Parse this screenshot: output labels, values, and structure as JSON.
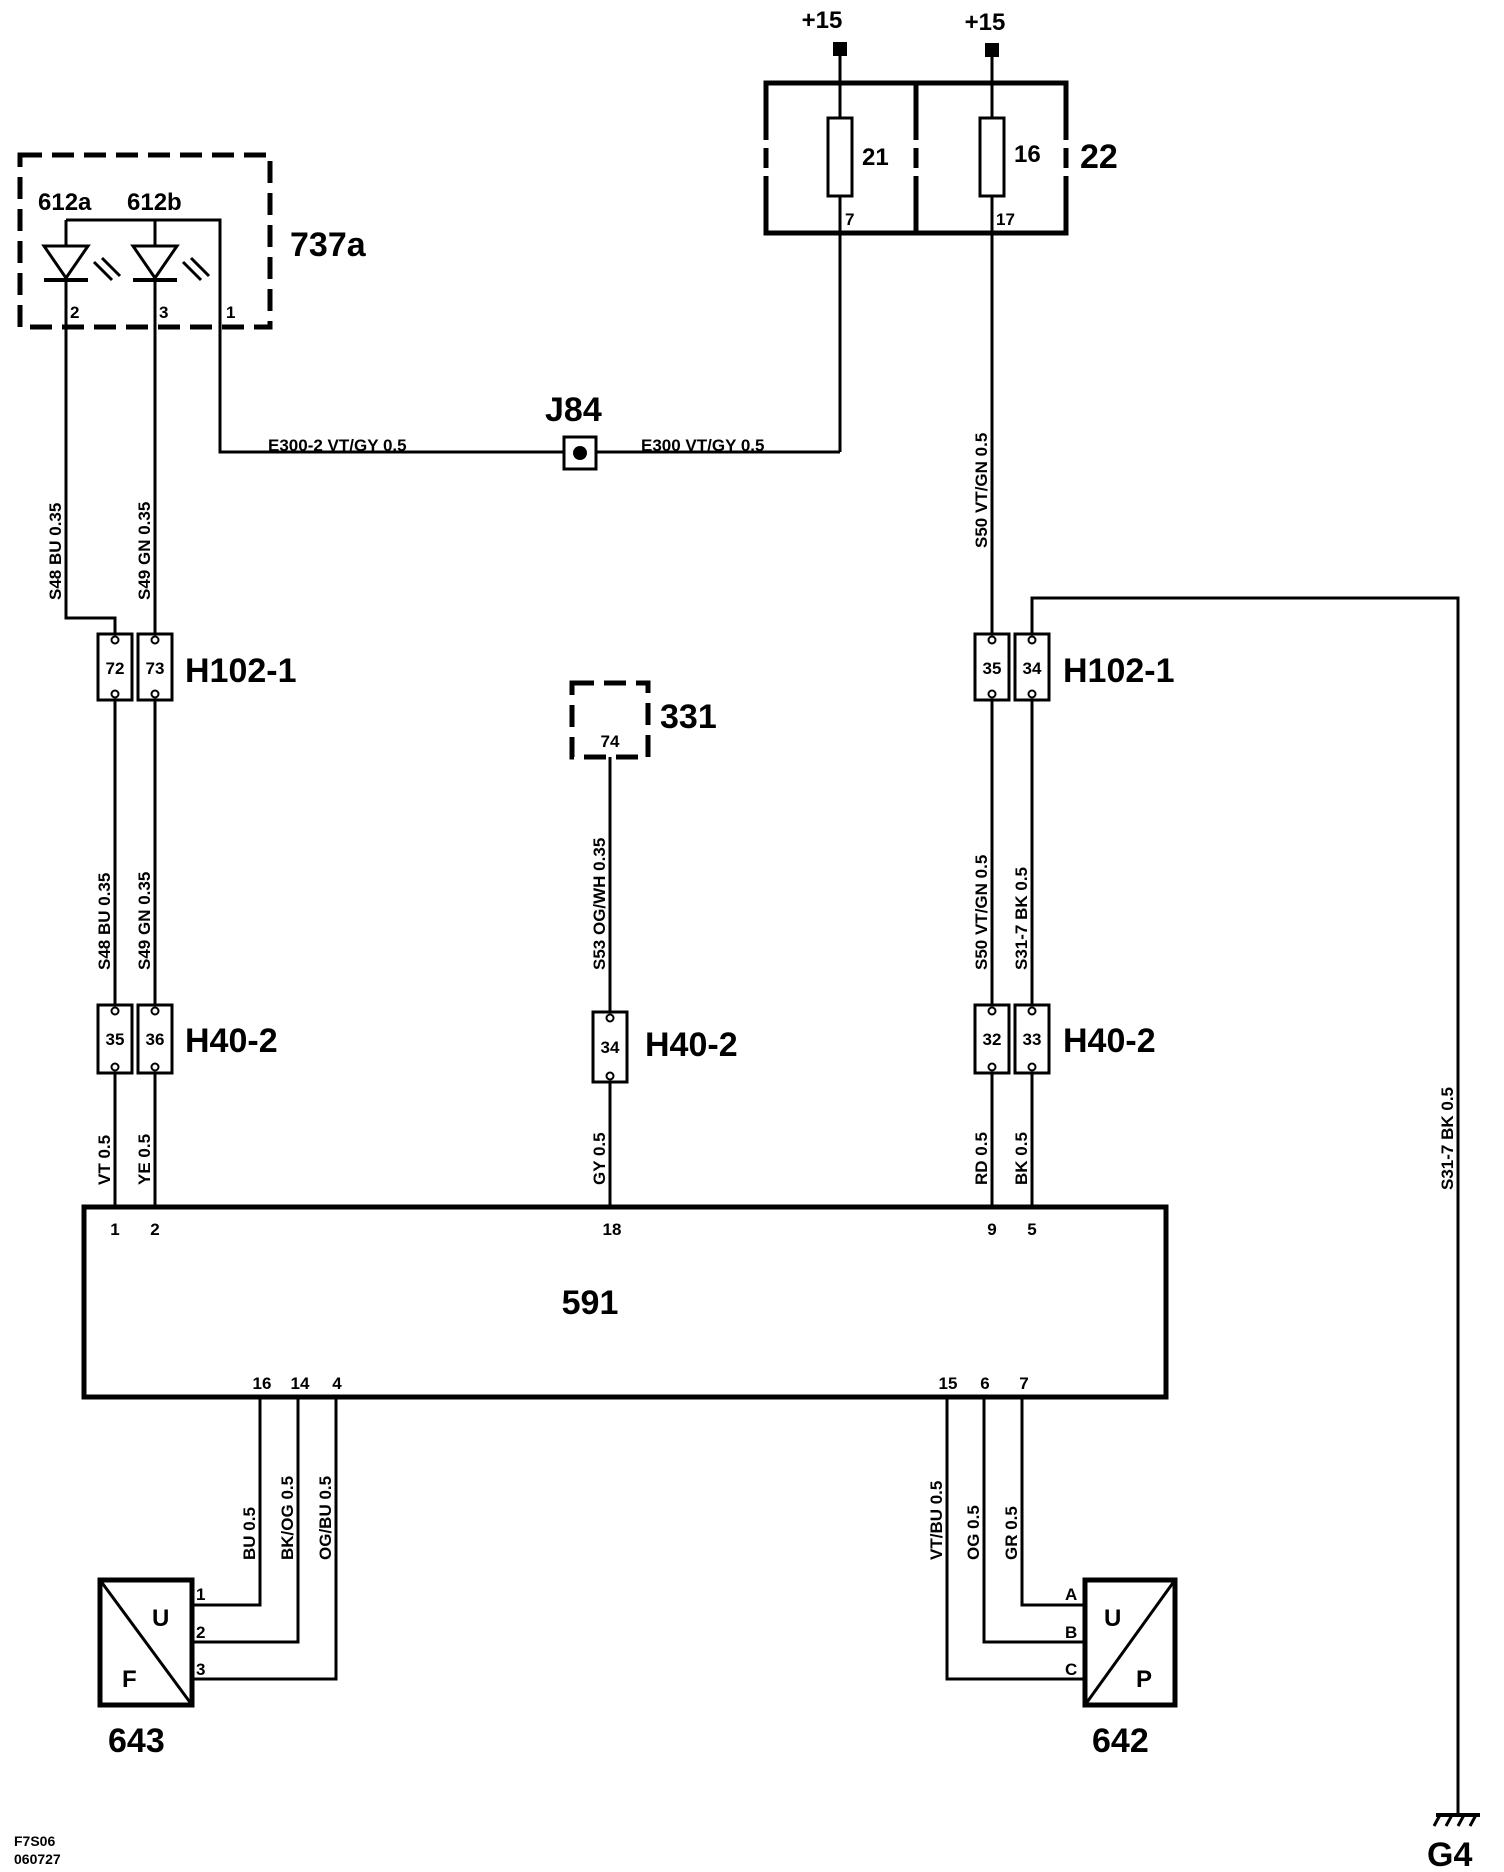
{
  "supplies": {
    "left": "+15",
    "right": "+15"
  },
  "fuse_box": {
    "id": "22",
    "fuse_left": "21",
    "fuse_left_pin": "7",
    "fuse_right": "16",
    "fuse_right_pin": "17"
  },
  "lamp_unit": {
    "id": "737a",
    "led_a": "612a",
    "led_b": "612b",
    "pin_a": "2",
    "pin_b": "3",
    "pin_common": "1"
  },
  "splice": {
    "id": "J84",
    "wire_left": "E300-2  VT/GY  0.5",
    "wire_right": "E300  VT/GY  0.5"
  },
  "wires": {
    "s48_top": "S48  BU  0.35",
    "s49_top": "S49  GN  0.35",
    "s50_top": "S50  VT/GN  0.5",
    "s48_mid": "S48  BU  0.35",
    "s49_mid": "S49  GN  0.35",
    "s53": "S53  OG/WH  0.35",
    "s50_mid": "S50  VT/GN  0.5",
    "s31_mid": "S31-7  BK  0.5",
    "s31_ground": "S31-7  BK  0.5",
    "vt": "VT  0.5",
    "ye": "YE  0.5",
    "gy": "GY  0.5",
    "rd": "RD  0.5",
    "bk": "BK  0.5",
    "bu": "BU  0.5",
    "bkog": "BK/OG  0.5",
    "ogbu": "OG/BU  0.5",
    "vtbu": "VT/BU  0.5",
    "og": "OG  0.5",
    "gr": "GR  0.5"
  },
  "connectors": {
    "h102_left": {
      "label": "H102-1",
      "pins": [
        "72",
        "73"
      ]
    },
    "h102_right": {
      "label": "H102-1",
      "pins": [
        "35",
        "34"
      ]
    },
    "h40_left": {
      "label": "H40-2",
      "pins": [
        "35",
        "36"
      ]
    },
    "h40_mid": {
      "label": "H40-2",
      "pins": [
        "34"
      ]
    },
    "h40_right": {
      "label": "H40-2",
      "pins": [
        "32",
        "33"
      ]
    }
  },
  "unit_331": {
    "id": "331",
    "pin": "74"
  },
  "module": {
    "id": "591",
    "top_pins": [
      "1",
      "2",
      "18",
      "9",
      "5"
    ],
    "bottom_pins": [
      "16",
      "14",
      "4",
      "15",
      "6",
      "7"
    ]
  },
  "sensor_643": {
    "id": "643",
    "u": "U",
    "f": "F",
    "pins": [
      "1",
      "2",
      "3"
    ]
  },
  "sensor_642": {
    "id": "642",
    "u": "U",
    "p": "P",
    "pins": [
      "A",
      "B",
      "C"
    ]
  },
  "ground": {
    "id": "G4"
  },
  "footer": {
    "code": "F7S06",
    "date": "060727"
  }
}
